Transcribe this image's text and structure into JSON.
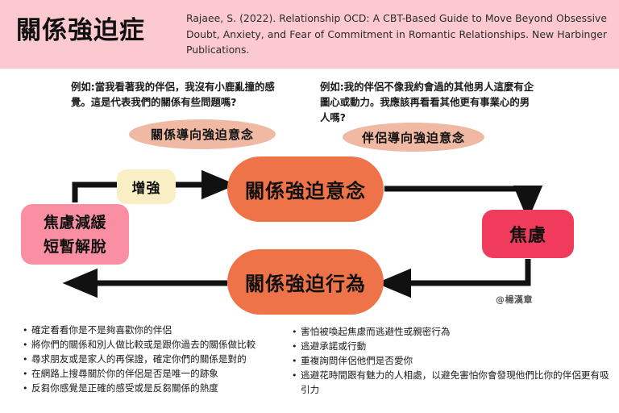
{
  "header": {
    "title": "關係強迫症",
    "citation": "Rajaee, S. (2022). Relationship OCD: A CBT-Based Guide to Move Beyond Obsessive Doubt, Anxiety, and Fear of Commitment in Romantic Relationships. New Harbinger Publications.",
    "background_color": "#FBC9CF"
  },
  "examples": {
    "left_text": "例如:當我看著我的伴侶，我沒有小鹿亂撞的感覺。這是代表我們的關係有些問題嗎?",
    "left_pill": "關係導向強迫意念",
    "right_text": "例如:我的伴侶不像我約會過的其他男人這麼有企圖心或動力。我應該再看看其他更有事業心的男人嗎?",
    "right_pill": "伴侶導向強迫意念",
    "pill_color": "#F0B9A4"
  },
  "diagram": {
    "obsession": "關係強迫意念",
    "compulsion": "關係強迫行為",
    "anxiety": "焦慮",
    "relief_line1": "焦慮減緩",
    "relief_line2": "短暫解脫",
    "reinforce": "增強",
    "signature": "@楊漢章",
    "colors": {
      "obsession": "#EE7348",
      "compulsion": "#EE7348",
      "anxiety": "#F03B5C",
      "relief": "#FA8FA3",
      "reinforce": "#FAEFC4",
      "arrow": "#111111"
    }
  },
  "bullets": {
    "left": [
      "確定看看你是不是夠喜歡你的伴侶",
      "將你們的關係和別人做比較或是跟你過去的關係做比較",
      "尋求朋友或是家人的再保證，確定你們的關係是對的",
      "在網路上搜尋關於你的伴侶是否是唯一的跡象",
      "反芻你感覺是正確的感受或是反芻關係的熱度"
    ],
    "right": [
      "害怕被喚起焦慮而逃避性或親密行為",
      "逃避承諾或行動",
      "重複詢問伴侶他們是否愛你",
      "逃避花時間跟有魅力的人相處，以避免害怕你會發現他們比你的伴侶更有吸引力"
    ]
  }
}
